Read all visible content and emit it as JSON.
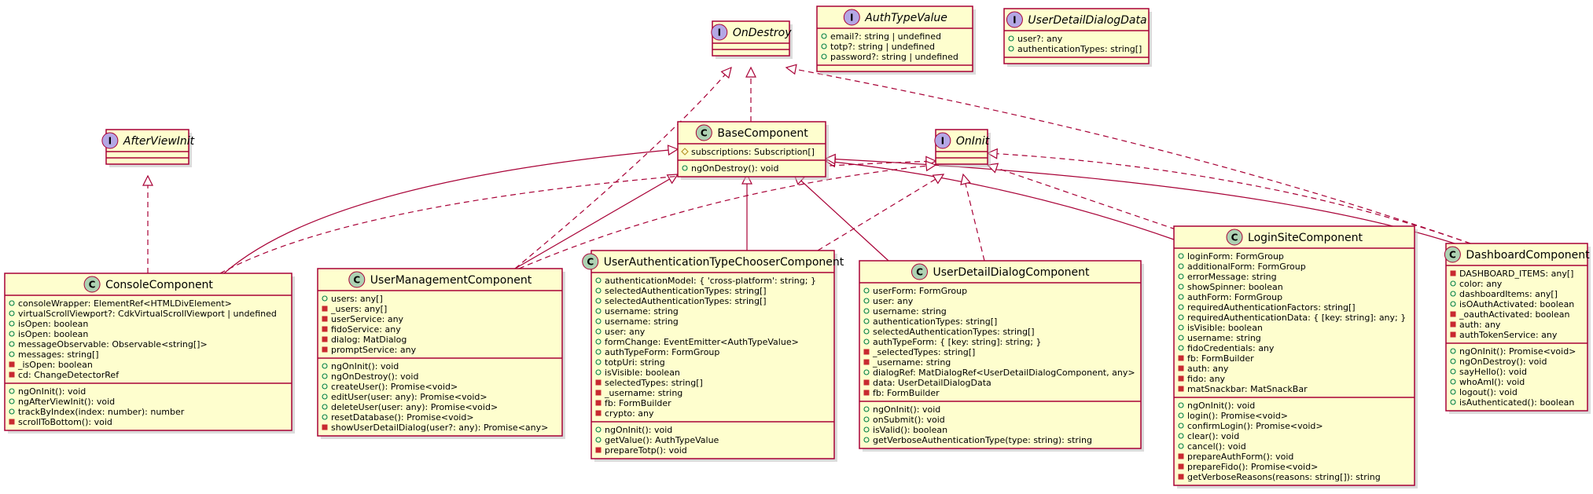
{
  "colors": {
    "box_fill": "#FEFECE",
    "border": "#A80036",
    "class_badge": "#ADD1B2",
    "interface_badge": "#B4A7E5",
    "public": "#038048",
    "private": "#C82930",
    "protected": "#B38D22"
  },
  "nodes": [
    {
      "id": "OnDestroy",
      "kind": "I",
      "name": "OnDestroy",
      "fields": [],
      "methods": []
    },
    {
      "id": "AuthTypeValue",
      "kind": "I",
      "name": "AuthTypeValue",
      "fields": [
        {
          "vis": "public",
          "text": "email?: string | undefined"
        },
        {
          "vis": "public",
          "text": "totp?: string | undefined"
        },
        {
          "vis": "public",
          "text": "password?: string | undefined"
        }
      ],
      "methods": []
    },
    {
      "id": "UserDetailDialogData",
      "kind": "I",
      "name": "UserDetailDialogData",
      "fields": [
        {
          "vis": "public",
          "text": "user?: any"
        },
        {
          "vis": "public",
          "text": "authenticationTypes: string[]"
        }
      ],
      "methods": []
    },
    {
      "id": "AfterViewInit",
      "kind": "I",
      "name": "AfterViewInit",
      "fields": [],
      "methods": []
    },
    {
      "id": "BaseComponent",
      "kind": "C",
      "name": "BaseComponent",
      "fields": [
        {
          "vis": "protected",
          "text": "subscriptions: Subscription[]"
        }
      ],
      "methods": [
        {
          "vis": "public",
          "text": "ngOnDestroy(): void"
        }
      ]
    },
    {
      "id": "OnInit",
      "kind": "I",
      "name": "OnInit",
      "fields": [],
      "methods": []
    },
    {
      "id": "ConsoleComponent",
      "kind": "C",
      "name": "ConsoleComponent",
      "fields": [
        {
          "vis": "public",
          "text": "consoleWrapper: ElementRef<HTMLDivElement>"
        },
        {
          "vis": "public",
          "text": "virtualScrollViewport?: CdkVirtualScrollViewport | undefined"
        },
        {
          "vis": "public",
          "text": "isOpen: boolean"
        },
        {
          "vis": "public",
          "text": "isOpen: boolean"
        },
        {
          "vis": "public",
          "text": "messageObservable: Observable<string[]>"
        },
        {
          "vis": "public",
          "text": "messages: string[]"
        },
        {
          "vis": "private",
          "text": "_isOpen: boolean"
        },
        {
          "vis": "private",
          "text": "cd: ChangeDetectorRef"
        }
      ],
      "methods": [
        {
          "vis": "public",
          "text": "ngOnInit(): void"
        },
        {
          "vis": "public",
          "text": "ngAfterViewInit(): void"
        },
        {
          "vis": "public",
          "text": "trackByIndex(index: number): number"
        },
        {
          "vis": "private",
          "text": "scrollToBottom(): void"
        }
      ]
    },
    {
      "id": "UserManagementComponent",
      "kind": "C",
      "name": "UserManagementComponent",
      "fields": [
        {
          "vis": "public",
          "text": "users: any[]"
        },
        {
          "vis": "private",
          "text": "_users: any[]"
        },
        {
          "vis": "private",
          "text": "userService: any"
        },
        {
          "vis": "private",
          "text": "fidoService: any"
        },
        {
          "vis": "private",
          "text": "dialog: MatDialog"
        },
        {
          "vis": "private",
          "text": "promptService: any"
        }
      ],
      "methods": [
        {
          "vis": "public",
          "text": "ngOnInit(): void"
        },
        {
          "vis": "public",
          "text": "ngOnDestroy(): void"
        },
        {
          "vis": "public",
          "text": "createUser(): Promise<void>"
        },
        {
          "vis": "public",
          "text": "editUser(user: any): Promise<void>"
        },
        {
          "vis": "public",
          "text": "deleteUser(user: any): Promise<void>"
        },
        {
          "vis": "public",
          "text": "resetDatabase(): Promise<void>"
        },
        {
          "vis": "private",
          "text": "showUserDetailDialog(user?: any): Promise<any>"
        }
      ]
    },
    {
      "id": "UserAuthenticationTypeChooserComponent",
      "kind": "C",
      "name": "UserAuthenticationTypeChooserComponent",
      "fields": [
        {
          "vis": "public",
          "text": "authenticationModel: { 'cross-platform': string; }"
        },
        {
          "vis": "public",
          "text": "selectedAuthenticationTypes: string[]"
        },
        {
          "vis": "public",
          "text": "selectedAuthenticationTypes: string[]"
        },
        {
          "vis": "public",
          "text": "username: string"
        },
        {
          "vis": "public",
          "text": "username: string"
        },
        {
          "vis": "public",
          "text": "user: any"
        },
        {
          "vis": "public",
          "text": "formChange: EventEmitter<AuthTypeValue>"
        },
        {
          "vis": "public",
          "text": "authTypeForm: FormGroup"
        },
        {
          "vis": "public",
          "text": "totpUri: string"
        },
        {
          "vis": "public",
          "text": "isVisible: boolean"
        },
        {
          "vis": "private",
          "text": "selectedTypes: string[]"
        },
        {
          "vis": "private",
          "text": "_username: string"
        },
        {
          "vis": "private",
          "text": "fb: FormBuilder"
        },
        {
          "vis": "private",
          "text": "crypto: any"
        }
      ],
      "methods": [
        {
          "vis": "public",
          "text": "ngOnInit(): void"
        },
        {
          "vis": "public",
          "text": "getValue(): AuthTypeValue"
        },
        {
          "vis": "private",
          "text": "prepareTotp(): void"
        }
      ]
    },
    {
      "id": "UserDetailDialogComponent",
      "kind": "C",
      "name": "UserDetailDialogComponent",
      "fields": [
        {
          "vis": "public",
          "text": "userForm: FormGroup"
        },
        {
          "vis": "public",
          "text": "user: any"
        },
        {
          "vis": "public",
          "text": "username: string"
        },
        {
          "vis": "public",
          "text": "authenticationTypes: string[]"
        },
        {
          "vis": "public",
          "text": "selectedAuthenticationTypes: string[]"
        },
        {
          "vis": "public",
          "text": "authTypeForm: { [key: string]: string; }"
        },
        {
          "vis": "private",
          "text": "_selectedTypes: string[]"
        },
        {
          "vis": "private",
          "text": "_username: string"
        },
        {
          "vis": "public",
          "text": "dialogRef: MatDialogRef<UserDetailDialogComponent, any>"
        },
        {
          "vis": "private",
          "text": "data: UserDetailDialogData"
        },
        {
          "vis": "private",
          "text": "fb: FormBuilder"
        }
      ],
      "methods": [
        {
          "vis": "public",
          "text": "ngOnInit(): void"
        },
        {
          "vis": "public",
          "text": "onSubmit(): void"
        },
        {
          "vis": "public",
          "text": "isValid(): boolean"
        },
        {
          "vis": "public",
          "text": "getVerboseAuthenticationType(type: string): string"
        }
      ]
    },
    {
      "id": "LoginSiteComponent",
      "kind": "C",
      "name": "LoginSiteComponent",
      "fields": [
        {
          "vis": "public",
          "text": "loginForm: FormGroup"
        },
        {
          "vis": "public",
          "text": "additionalForm: FormGroup"
        },
        {
          "vis": "public",
          "text": "errorMessage: string"
        },
        {
          "vis": "public",
          "text": "showSpinner: boolean"
        },
        {
          "vis": "public",
          "text": "authForm: FormGroup"
        },
        {
          "vis": "public",
          "text": "requiredAuthenticationFactors: string[]"
        },
        {
          "vis": "public",
          "text": "requiredAuthenticationData: { [key: string]: any; }"
        },
        {
          "vis": "public",
          "text": "isVisible: boolean"
        },
        {
          "vis": "public",
          "text": "username: string"
        },
        {
          "vis": "public",
          "text": "fidoCredentials: any"
        },
        {
          "vis": "private",
          "text": "fb: FormBuilder"
        },
        {
          "vis": "private",
          "text": "auth: any"
        },
        {
          "vis": "private",
          "text": "fido: any"
        },
        {
          "vis": "private",
          "text": "matSnackbar: MatSnackBar"
        }
      ],
      "methods": [
        {
          "vis": "public",
          "text": "ngOnInit(): void"
        },
        {
          "vis": "public",
          "text": "login(): Promise<void>"
        },
        {
          "vis": "public",
          "text": "confirmLogin(): Promise<void>"
        },
        {
          "vis": "public",
          "text": "clear(): void"
        },
        {
          "vis": "public",
          "text": "cancel(): void"
        },
        {
          "vis": "private",
          "text": "prepareAuthForm(): void"
        },
        {
          "vis": "private",
          "text": "prepareFido(): Promise<void>"
        },
        {
          "vis": "private",
          "text": "getVerboseReasons(reasons: string[]): string"
        }
      ]
    },
    {
      "id": "DashboardComponent",
      "kind": "C",
      "name": "DashboardComponent",
      "fields": [
        {
          "vis": "private",
          "text": "DASHBOARD_ITEMS: any[]"
        },
        {
          "vis": "public",
          "text": "color: any"
        },
        {
          "vis": "public",
          "text": "dashboardItems: any[]"
        },
        {
          "vis": "public",
          "text": "isOAuthActivated: boolean"
        },
        {
          "vis": "private",
          "text": "_oauthActivated: boolean"
        },
        {
          "vis": "private",
          "text": "auth: any"
        },
        {
          "vis": "private",
          "text": "authTokenService: any"
        }
      ],
      "methods": [
        {
          "vis": "public",
          "text": "ngOnInit(): Promise<void>"
        },
        {
          "vis": "public",
          "text": "ngOnDestroy(): void"
        },
        {
          "vis": "public",
          "text": "sayHello(): void"
        },
        {
          "vis": "public",
          "text": "whoAmI(): void"
        },
        {
          "vis": "public",
          "text": "logout(): void"
        },
        {
          "vis": "public",
          "text": "isAuthenticated(): boolean"
        }
      ]
    }
  ],
  "edges": [
    {
      "from": "BaseComponent",
      "to": "OnDestroy",
      "kind": "realization"
    },
    {
      "from": "UserManagementComponent",
      "to": "OnDestroy",
      "kind": "realization"
    },
    {
      "from": "DashboardComponent",
      "to": "OnDestroy",
      "kind": "realization"
    },
    {
      "from": "ConsoleComponent",
      "to": "AfterViewInit",
      "kind": "realization"
    },
    {
      "from": "ConsoleComponent",
      "to": "BaseComponent",
      "kind": "generalization"
    },
    {
      "from": "UserManagementComponent",
      "to": "BaseComponent",
      "kind": "generalization"
    },
    {
      "from": "UserAuthenticationTypeChooserComponent",
      "to": "BaseComponent",
      "kind": "generalization"
    },
    {
      "from": "UserDetailDialogComponent",
      "to": "BaseComponent",
      "kind": "generalization"
    },
    {
      "from": "LoginSiteComponent",
      "to": "BaseComponent",
      "kind": "generalization"
    },
    {
      "from": "DashboardComponent",
      "to": "BaseComponent",
      "kind": "generalization"
    },
    {
      "from": "ConsoleComponent",
      "to": "OnInit",
      "kind": "realization"
    },
    {
      "from": "UserManagementComponent",
      "to": "OnInit",
      "kind": "realization"
    },
    {
      "from": "UserAuthenticationTypeChooserComponent",
      "to": "OnInit",
      "kind": "realization"
    },
    {
      "from": "UserDetailDialogComponent",
      "to": "OnInit",
      "kind": "realization"
    },
    {
      "from": "LoginSiteComponent",
      "to": "OnInit",
      "kind": "realization"
    },
    {
      "from": "DashboardComponent",
      "to": "OnInit",
      "kind": "realization"
    }
  ]
}
